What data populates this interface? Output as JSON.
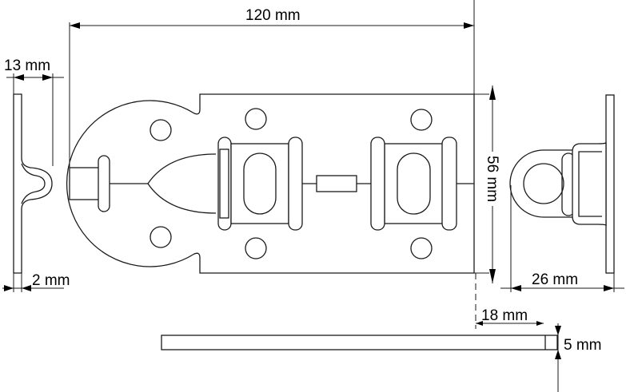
{
  "title": "Door bolt technical drawing",
  "dimensions": {
    "length": "120 mm",
    "height": "56 mm",
    "side_depth": "13 mm",
    "thickness": "2 mm",
    "keeper_depth": "26 mm",
    "bolt_projection": "18 mm",
    "bolt_thickness": "5 mm"
  },
  "colors": {
    "line": "#1a1a1a",
    "background": "#ffffff"
  }
}
